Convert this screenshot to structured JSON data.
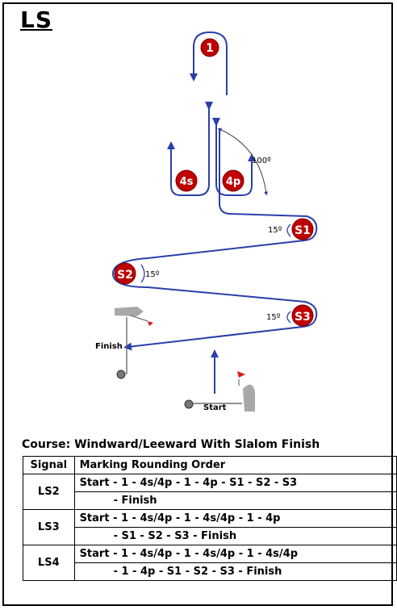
{
  "course_code": "LS",
  "marks": {
    "mark_1": "1",
    "mark_4s": "4s",
    "mark_4p": "4p",
    "mark_s1": "S1",
    "mark_s2": "S2",
    "mark_s3": "S3"
  },
  "angles": {
    "rounding_4p": "100º",
    "s1": "15º",
    "s2": "15º",
    "s3": "15º"
  },
  "labels": {
    "finish": "Finish",
    "start": "Start"
  },
  "colors": {
    "course_line": "#2b3faa",
    "mark_fill": "#c00000",
    "flag": "#d81818",
    "boat": "#a8a8a8"
  },
  "table": {
    "title": "Course: Windward/Leeward With Slalom Finish",
    "header_signal": "Signal",
    "header_order": "Marking Rounding Order",
    "rows": [
      {
        "signal": "LS2",
        "line1": "Start - 1 - 4s/4p - 1 - 4p - S1 - S2 - S3",
        "line2": "- Finish"
      },
      {
        "signal": "LS3",
        "line1": "Start - 1 - 4s/4p - 1 - 4s/4p - 1 - 4p",
        "line2": "- S1 - S2 - S3 - Finish"
      },
      {
        "signal": "LS4",
        "line1": "Start - 1 - 4s/4p - 1 - 4s/4p - 1 - 4s/4p",
        "line2": "- 1 - 4p - S1 - S2 - S3 - Finish"
      }
    ]
  }
}
